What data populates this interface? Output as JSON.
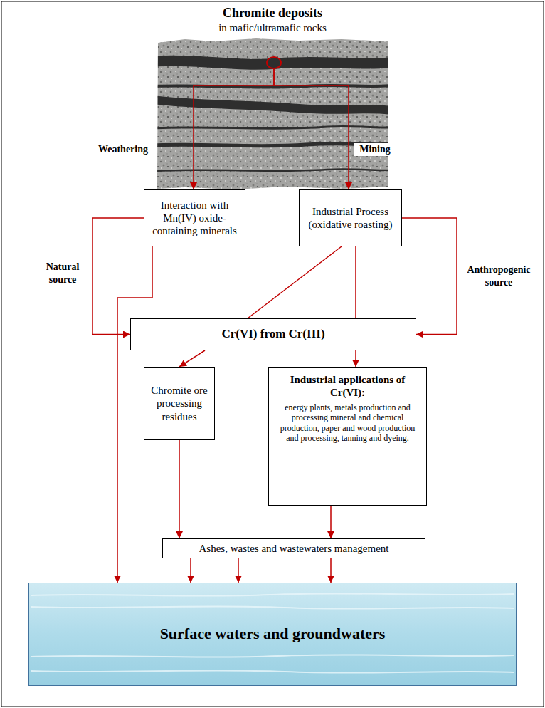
{
  "diagram": {
    "nodes": [
      {
        "text": [
          "Chromite deposits",
          "in mafic/ultramafic rocks"
        ]
      },
      {
        "text": [
          "Interaction with Mn(IV) oxide-containing minerals"
        ]
      },
      {
        "text": [
          "Industrial Process (oxidative roasting)"
        ]
      },
      {
        "text": [
          "Cr(VI) from Cr(III)"
        ]
      },
      {
        "text": [
          "Chromite ore processing residues"
        ]
      },
      {
        "text": [
          "Industrial applications of Cr(VI):",
          "energy plants, metals production and processing mineral and chemical production, paper and wood production and processing, tanning and dyeing."
        ]
      },
      {
        "text": [
          "Ashes, wastes and wastewaters management"
        ]
      },
      {
        "text": [
          "Surface waters and groundwaters"
        ]
      }
    ],
    "edges": [
      {
        "from": 0,
        "to": 1,
        "arrow": "to",
        "label": "Weathering"
      },
      {
        "from": 0,
        "to": 2,
        "arrow": "to",
        "label": "Mining"
      },
      {
        "from": 1,
        "to": 3,
        "arrow": "to",
        "label": "Natural source"
      },
      {
        "from": 2,
        "to": 3,
        "arrow": "to",
        "label": "Anthropogenic source"
      },
      {
        "from": 2,
        "to": 3,
        "arrow": "none"
      },
      {
        "from": 2,
        "to": 5,
        "arrow": "to"
      },
      {
        "from": 1,
        "to": 7,
        "arrow": "to"
      },
      {
        "from": 3,
        "to": 4,
        "arrow": "to"
      },
      {
        "from": 4,
        "to": 6,
        "arrow": "to"
      },
      {
        "from": 5,
        "to": 6,
        "arrow": "to"
      },
      {
        "from": 6,
        "to": 7,
        "arrow": "to"
      },
      {
        "from": 6,
        "to": 7,
        "arrow": "to"
      },
      {
        "from": 6,
        "to": 7,
        "arrow": "to"
      }
    ]
  }
}
